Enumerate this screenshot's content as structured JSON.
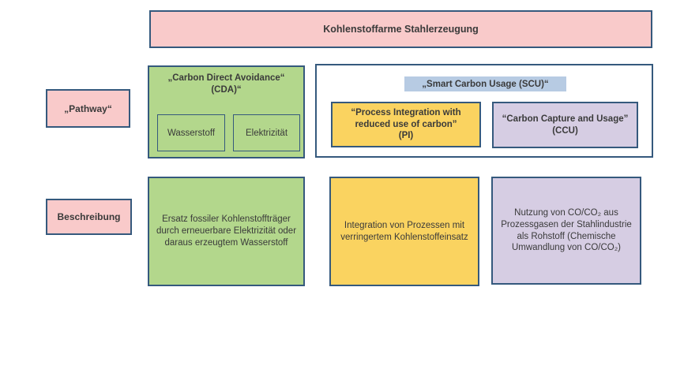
{
  "title": "Kohlenstoffarme Stahlerzeugung",
  "row_labels": {
    "pathway": "„Pathway“",
    "description": "Beschreibung"
  },
  "pathways": {
    "cda": {
      "title": "„Carbon Direct Avoidance“ (CDA)“",
      "options": [
        "Wasserstoff",
        "Elektrizität"
      ],
      "description": "Ersatz fossiler Kohlenstoffträger durch erneuerbare Elektrizität oder daraus erzeugtem Wasserstoff"
    },
    "scu": {
      "title": "„Smart Carbon Usage (SCU)“",
      "pi": {
        "title": "“Process Integration with reduced use of carbon”",
        "abbr": "(PI)",
        "description": "Integration von Prozessen mit verringertem Kohlenstoffeinsatz"
      },
      "ccu": {
        "title": "“Carbon Capture and Usage”",
        "abbr": "(CCU)",
        "description": "Nutzung von CO/CO₂ aus Prozessgasen der Stahlindustrie als Rohstoff (Chemische Umwandlung von CO/CO₂)"
      }
    }
  },
  "colors": {
    "pink": "#f9caca",
    "green": "#b3d78c",
    "yellow": "#fad360",
    "purple": "#d6cde3",
    "scu_highlight": "#b7cbe3",
    "border": "#35597d",
    "text": "#3a3a3a",
    "background": "#ffffff"
  }
}
